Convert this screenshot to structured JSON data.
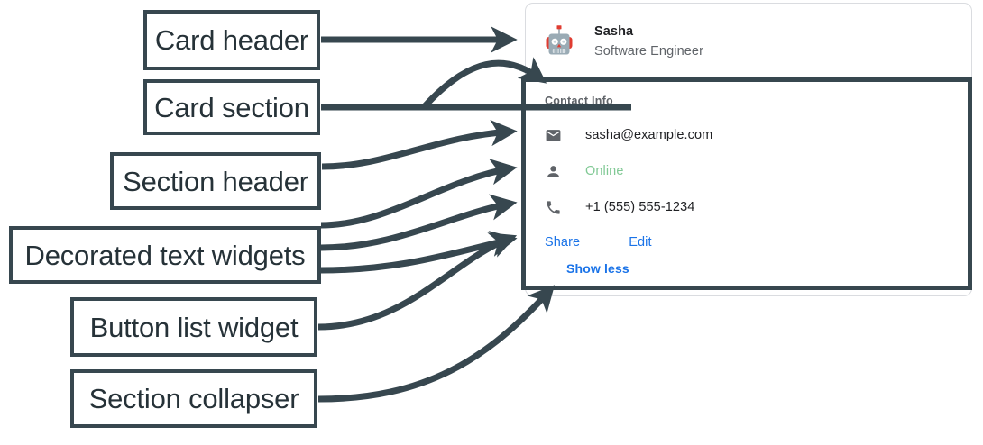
{
  "colors": {
    "annotation": "#37474f",
    "link": "#1a73e8",
    "online_green": "#81c995",
    "muted_text": "#5f6368",
    "primary_text": "#202124",
    "card_border": "#dadce0"
  },
  "annotations": [
    {
      "id": "card-header",
      "label": "Card header"
    },
    {
      "id": "card-section",
      "label": "Card section"
    },
    {
      "id": "section-header",
      "label": "Section header"
    },
    {
      "id": "decorated-text",
      "label": "Decorated text widgets"
    },
    {
      "id": "button-list",
      "label": "Button list widget"
    },
    {
      "id": "section-collapser",
      "label": "Section collapser"
    }
  ],
  "card": {
    "header": {
      "avatar_icon": "robot-avatar-icon",
      "title": "Sasha",
      "subtitle": "Software Engineer"
    },
    "section": {
      "header": "Contact Info",
      "widgets": [
        {
          "icon": "email-icon",
          "text": "sasha@example.com",
          "style": "default"
        },
        {
          "icon": "person-icon",
          "text": "Online",
          "style": "green"
        },
        {
          "icon": "phone-icon",
          "text": "+1 (555) 555-1234",
          "style": "default"
        }
      ],
      "buttons": [
        {
          "label": "Share"
        },
        {
          "label": "Edit"
        }
      ],
      "collapser": {
        "label": "Show less"
      }
    }
  }
}
